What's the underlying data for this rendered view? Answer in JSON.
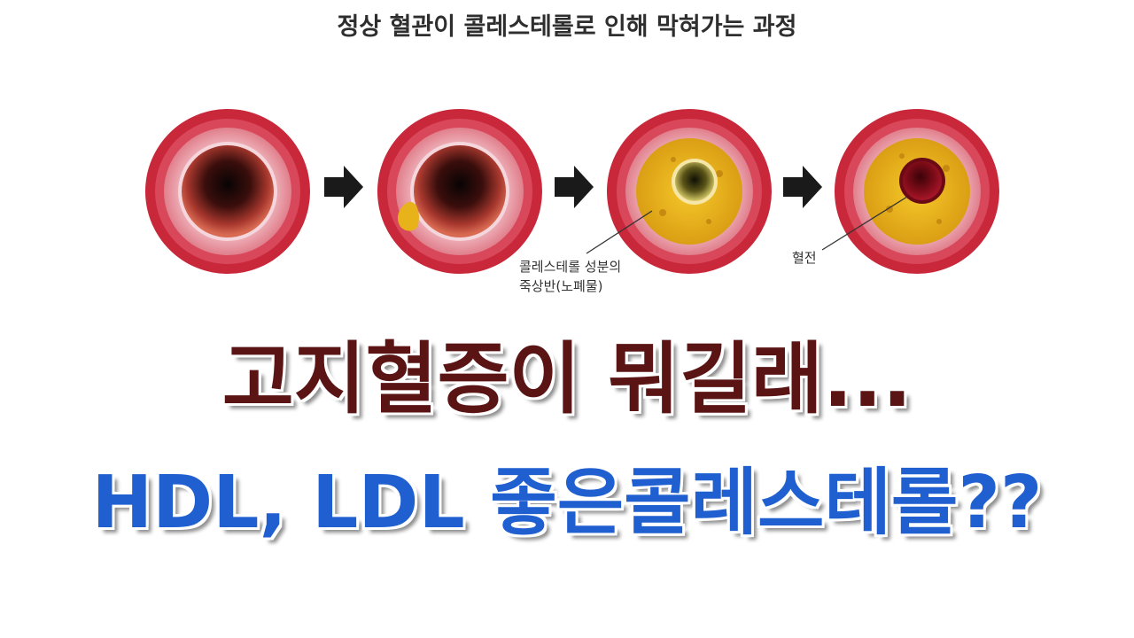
{
  "diagram": {
    "title": "정상 혈관이 콜레스테롤로 인해 막혀가는 과정",
    "stages": [
      {
        "id": "normal",
        "icon": "normal-artery-icon"
      },
      {
        "id": "early-plaque",
        "icon": "early-plaque-artery-icon"
      },
      {
        "id": "advanced-plaque",
        "icon": "advanced-plaque-artery-icon"
      },
      {
        "id": "thrombus",
        "icon": "thrombus-artery-icon"
      }
    ],
    "arrow_icon": "right-arrow-icon",
    "labels": {
      "plaque_line1": "콜레스테롤 성분의",
      "plaque_line2": "죽상반(노폐물)",
      "thrombus": "혈전"
    },
    "colors": {
      "vessel_outer": "#c8283a",
      "vessel_wall": "#e9a3ad",
      "plaque": "#e8b21a",
      "thrombus": "#8a0f1c",
      "arrow": "#1a1a1a"
    }
  },
  "headline": {
    "line1": "고지혈증이 뭐길래...",
    "line2": "HDL, LDL 좋은콜레스테롤??",
    "colors": {
      "line1": "#5a1414",
      "line2": "#1f5fd0"
    }
  }
}
